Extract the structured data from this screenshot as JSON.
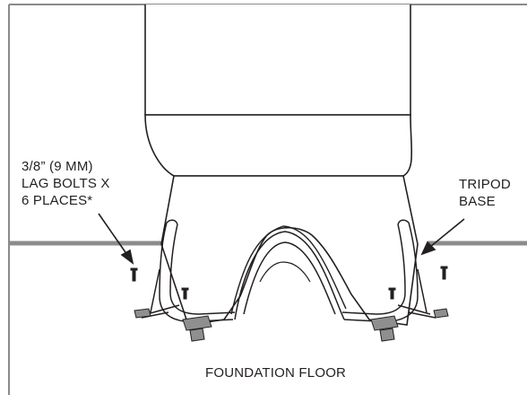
{
  "labels": {
    "lag_bolts": [
      "3/8” (9 MM)",
      "LAG BOLTS X",
      "6 PLACES*"
    ],
    "tripod_base": [
      "TRIPOD",
      "BASE"
    ],
    "foundation_floor": "FOUNDATION FLOOR"
  },
  "colors": {
    "line": "#231f20",
    "frame": "#8a8a8a",
    "floor_line": "#8c8c8c",
    "fill": "#ffffff",
    "foot": "#8f8f8f"
  }
}
